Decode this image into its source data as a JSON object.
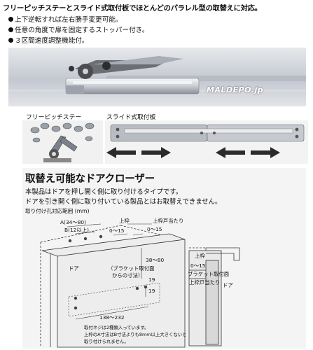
{
  "header": {
    "title": "フリーピッチステーとスライド式取付板でほとんどのパラレル型の取替えに対応。"
  },
  "bullets": [
    "上下逆転すれば左右勝手変更可能。",
    "任意の角度で扉を固定するストッパー付き。",
    "３区間速度調整機能付。"
  ],
  "watermark": "MALDEPO.jp",
  "captions": {
    "free_pitch": "フリーピッチステー",
    "slide_plate": "スライド式取付板"
  },
  "section": {
    "title": "取替え可能なドアクローザー",
    "line1": "本製品はドアを押し開く側に取り付けるタイプです。",
    "line2": "ドアを引き開く側に取り付いている製品とはお取替えできません。",
    "sub": "取り付け孔対応範囲 (mm)"
  },
  "diagram": {
    "dim_a": "A(34〜80)",
    "dim_b": "B(12以上)",
    "label_top_frame": "上枠",
    "dim_015a": "0〜15",
    "label_frame_hit": "上枠戸当たり",
    "dim_015b": "0〜15",
    "label_door": "ドア",
    "dim_3880": "38〜80",
    "bracket_note_1": "（ブラケット取付面",
    "bracket_note_2": "からの寸法）",
    "dim_19": "19",
    "dim_19b": "19",
    "dim_138": "138〜232",
    "note1": "取付ネジは2種類入っています。",
    "note2": "上枠のA寸法はB寸法よりも8mm以上大きくないと",
    "note3": "取り付けられません。",
    "side_top_frame": "上枠",
    "side_015": "0〜15",
    "side_bracket": "ブラケット取付面",
    "side_frame_hit": "上枠戸当たり",
    "side_door": "ドア"
  },
  "colors": {
    "box_bg": "#f4f4f4",
    "photo_bg": "#cfd2d8"
  }
}
